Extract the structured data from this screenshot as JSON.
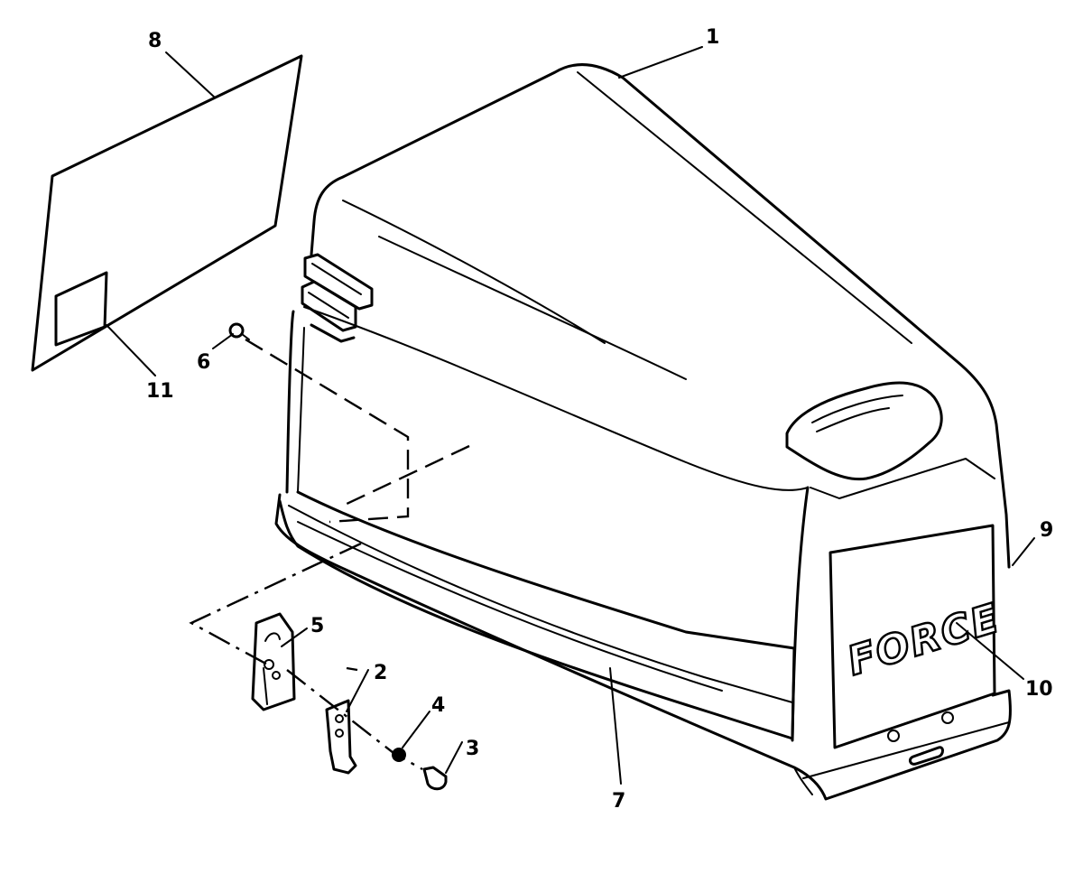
{
  "callouts": {
    "c1": "1",
    "c2": "2",
    "c3": "3",
    "c4": "4",
    "c5": "5",
    "c6": "6",
    "c7": "7",
    "c8": "8",
    "c9": "9",
    "c10": "10",
    "c11": "11"
  },
  "decal_logo_text": "FORCE",
  "colors": {
    "line": "#000000",
    "background": "#ffffff"
  }
}
